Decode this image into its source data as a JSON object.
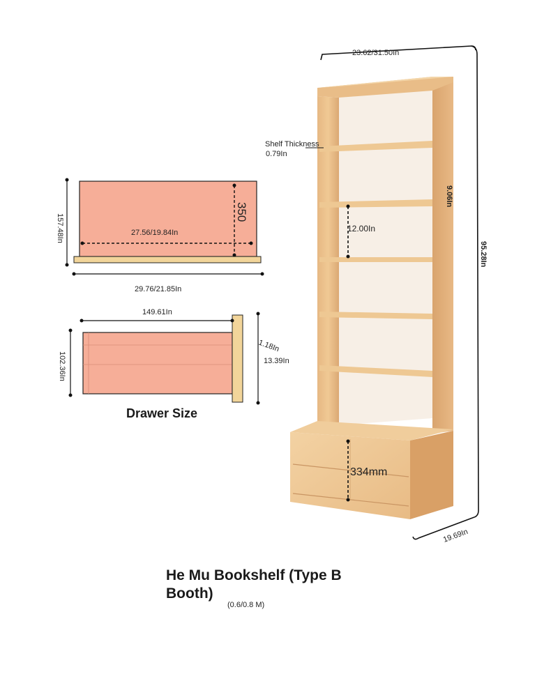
{
  "title": "He Mu Bookshelf (Type B Booth)",
  "subtitle": "(0.6/0.8 M)",
  "drawer_caption": "Drawer Size",
  "dimensions": {
    "top_width": "23.62/31.50In",
    "shelf_thickness_label": "Shelf Thickness",
    "shelf_thickness_value": "0.79In",
    "top_gap": "9.06In",
    "shelf_spacing": "12.00In",
    "total_height": "95.28In",
    "depth": "19.69In",
    "drawer_height_mm": "334mm"
  },
  "drawer_front": {
    "inner_width": "27.56/19.84In",
    "depth_mm": "350",
    "height": "157.48In",
    "outer_width": "29.76/21.85In"
  },
  "drawer_side": {
    "length": "149.61In",
    "height": "102.36In",
    "panel_thickness": "1.18In",
    "panel_height": "13.39In"
  },
  "colors": {
    "drawer_fill": "#f6ae98",
    "wood_light": "#f0cf9a",
    "wood_mid": "#e3b27a",
    "wood_dark": "#c98f58"
  }
}
